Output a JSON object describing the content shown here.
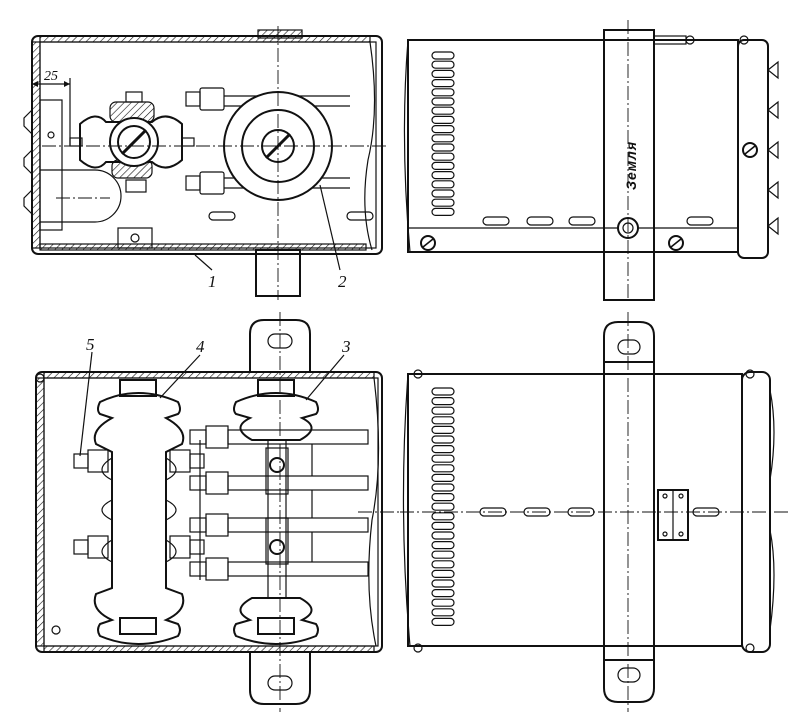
{
  "figure": {
    "labels": {
      "l1": "1",
      "l2": "2",
      "l3": "3",
      "l4": "4",
      "l5": "5"
    },
    "dimension": "25",
    "ground_text": "Земля"
  }
}
